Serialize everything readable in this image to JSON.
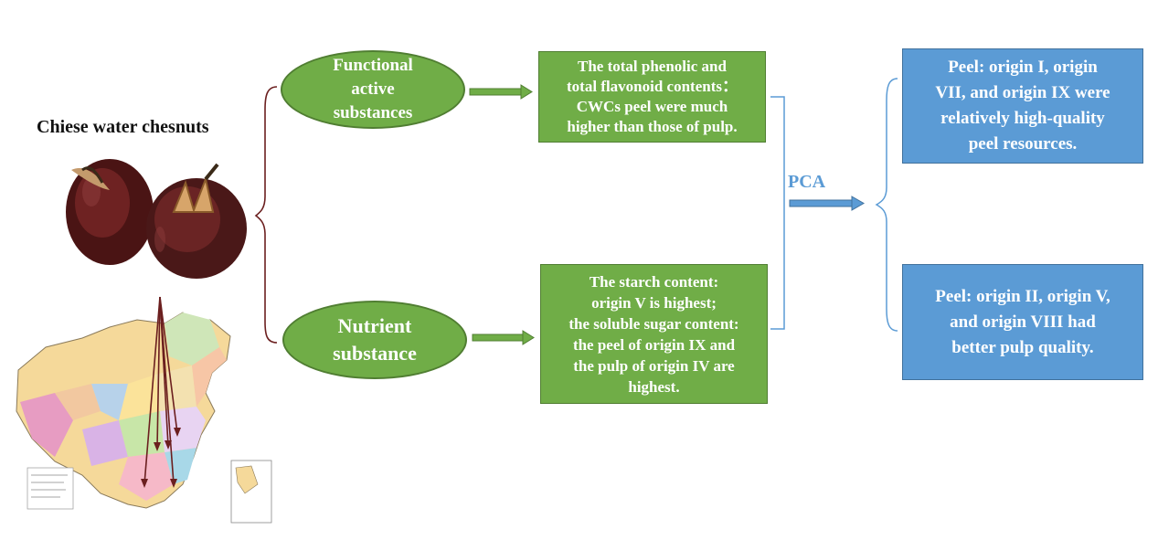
{
  "title": "Chiese water chesnuts",
  "functional": {
    "label_lines": [
      "Functional",
      "active",
      "substances"
    ]
  },
  "nutrient": {
    "label_lines": [
      "Nutrient",
      "substance"
    ]
  },
  "phenolic_box": {
    "lines": [
      "The total phenolic and",
      "total flavonoid contents：",
      "CWCs peel were much",
      "higher than those of pulp."
    ]
  },
  "starch_box": {
    "lines": [
      "The starch content:",
      "origin V is highest;",
      "the soluble sugar content:",
      "the peel of origin IX and",
      "the pulp of origin IV are",
      "highest."
    ]
  },
  "pca_label": "PCA",
  "peel_box_1": {
    "lines": [
      "Peel: origin I, origin",
      "VII, and origin IX were",
      "relatively high-quality",
      "peel resources."
    ]
  },
  "peel_box_2": {
    "lines": [
      "Peel: origin II, origin V,",
      "and origin VIII had",
      "better pulp quality."
    ]
  },
  "colors": {
    "green": "#70ad47",
    "blue": "#5b9bd5",
    "brace_dark": "#6b1f1f",
    "brace_blue": "#5b9bd5"
  },
  "icons": [
    "water-chestnut-image",
    "china-map-image"
  ]
}
